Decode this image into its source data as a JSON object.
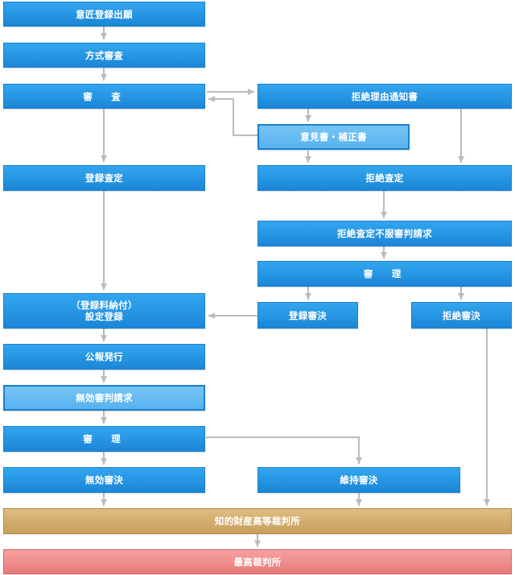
{
  "nodes": {
    "application": "意匠登録出願",
    "formality_exam": "方式審査",
    "examination": "審　査",
    "rejection_notice": "拒絶理由通知書",
    "written_opinion": "意見書・補正書",
    "registration_decision": "登録査定",
    "rejection_decision": "拒絶査定",
    "appeal_request": "拒絶査定不服審判請求",
    "appeal_trial": "審　理",
    "registration_payment_line1": "（登録料納付）",
    "registration_payment_line2": "設定登録",
    "appeal_registration": "登録審決",
    "appeal_rejection": "拒絶審決",
    "publication": "公報発行",
    "invalidation_request": "無効審判請求",
    "invalidation_trial": "審　理",
    "invalidation_decision": "無効審決",
    "maintenance_decision": "維持審決",
    "ip_high_court": "知的財産高等裁判所",
    "supreme_court": "最高裁判所"
  },
  "colors": {
    "node_blue": "#1b86d8",
    "node_light": "#57b2ee",
    "high_court": "#c99f5c",
    "supreme_court": "#e97a7a",
    "arrow": "#bbbbbb"
  }
}
